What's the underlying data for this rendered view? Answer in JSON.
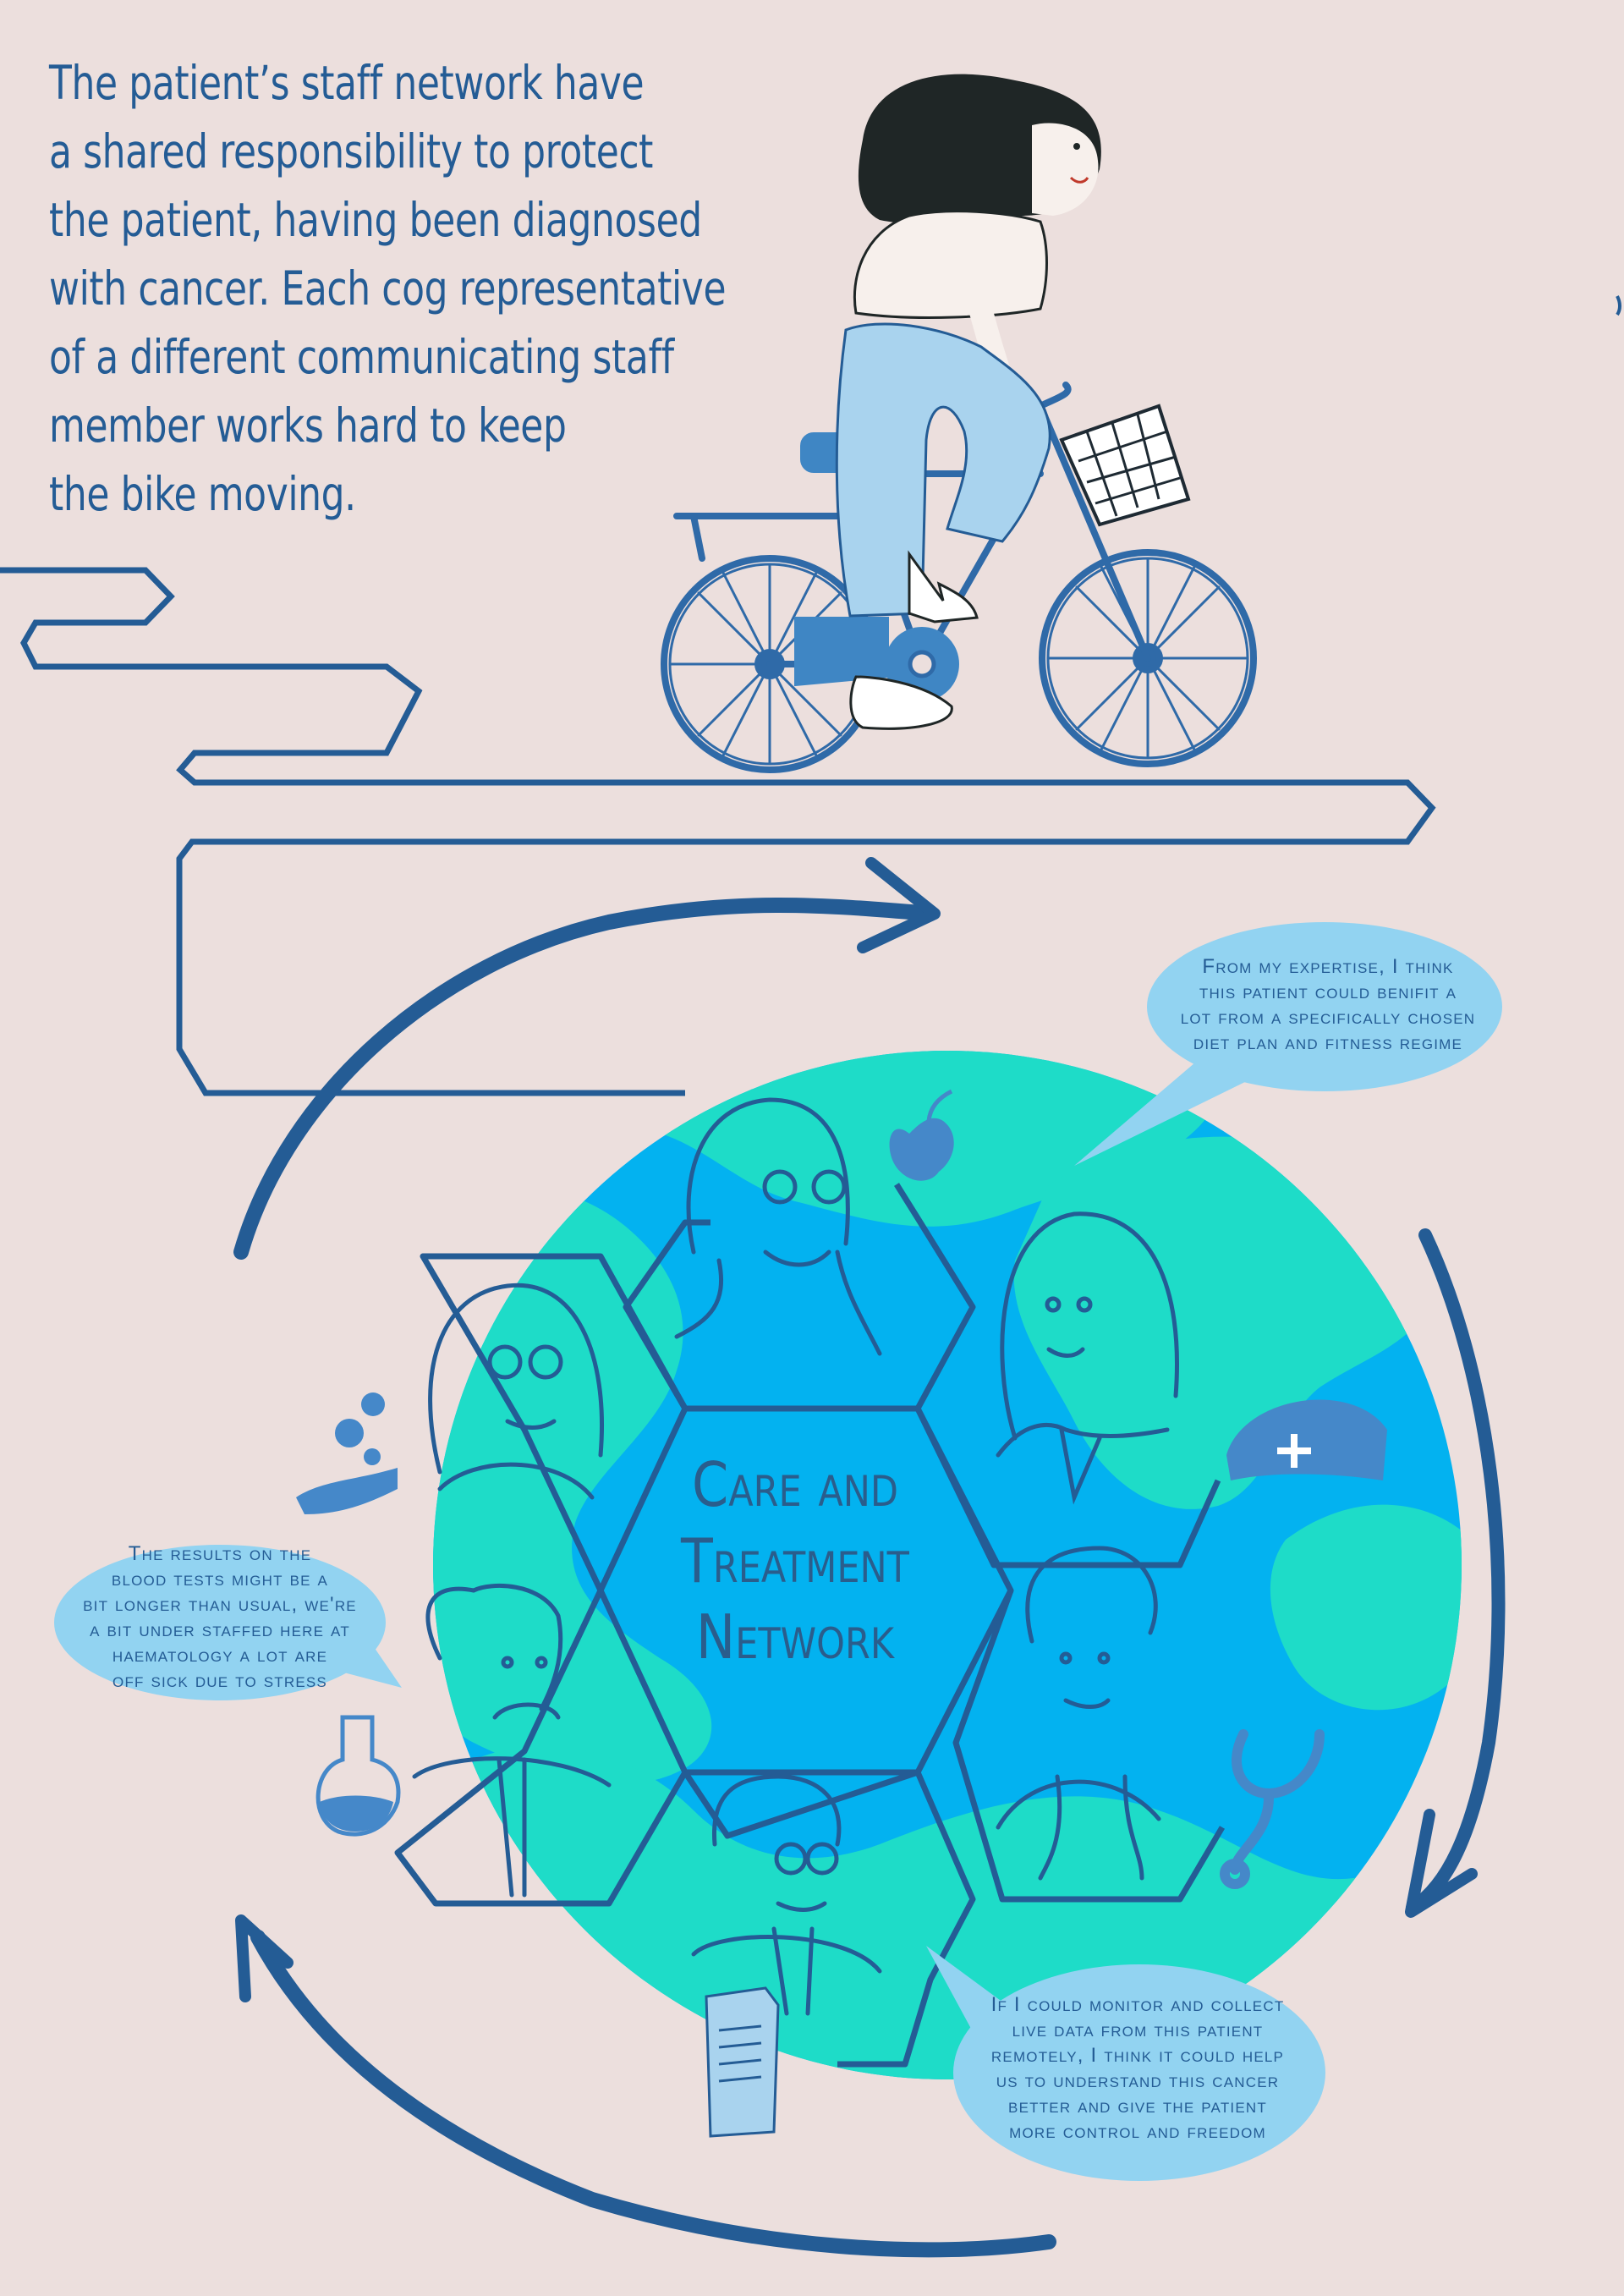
{
  "intro": {
    "lines": [
      "The patient’s staff network have",
      "a shared responsibility to protect",
      "the patient, having been diagnosed",
      "with cancer. Each cog representative",
      "of a different communicating staff",
      "member works hard to keep",
      "the bike moving."
    ]
  },
  "center": {
    "lines": [
      "Care and",
      "Treatment",
      "Network"
    ]
  },
  "bubbles": {
    "top_right": {
      "lines": [
        "From my expertise, I think",
        "this patient could benifit a",
        "lot from a specifically chosen",
        "diet plan and fitness regime"
      ]
    },
    "left": {
      "lines": [
        "The results on the",
        "blood tests might be a",
        "bit longer than usual, we're",
        "a bit under staffed here at",
        "haematology a lot are",
        "off sick due to stress"
      ]
    },
    "bottom_right": {
      "lines": [
        "If I could monitor and collect",
        "live data from this patient",
        "remotely, I think it could help",
        "us to understand this cancer",
        "better and give the patient",
        "more control and freedom"
      ]
    }
  },
  "colors": {
    "background": "#ecdfdd",
    "navy": "#245c95",
    "ocean": "#03b2f0",
    "land": "#1edcc8",
    "bubble": "#92d3f1",
    "pale_blue": "#a9d3ee"
  },
  "icons": [
    "apple-icon",
    "nurse-cap-icon",
    "stethoscope-icon",
    "document-icon",
    "flask-icon",
    "hand-bubbles-icon"
  ]
}
